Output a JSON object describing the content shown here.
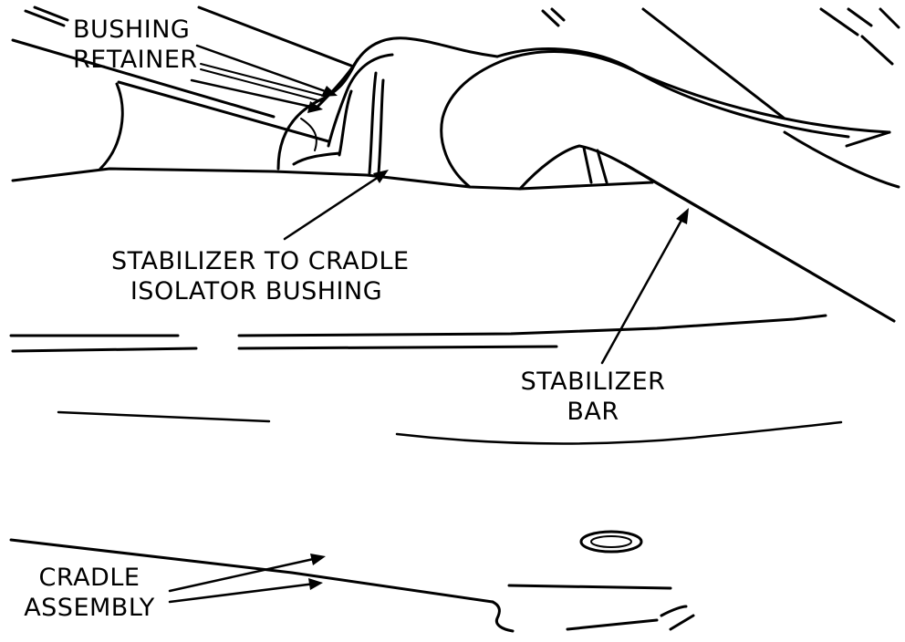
{
  "labels": {
    "bushing_retainer": {
      "line1": "BUSHING",
      "line2": "RETAINER"
    },
    "isolator_bushing": {
      "line1": "STABILIZER TO CRADLE",
      "line2": "ISOLATOR BUSHING"
    },
    "stabilizer_bar": {
      "line1": "STABILIZER",
      "line2": "BAR"
    },
    "cradle_assembly": {
      "line1": "CRADLE",
      "line2": "ASSEMBLY"
    }
  }
}
